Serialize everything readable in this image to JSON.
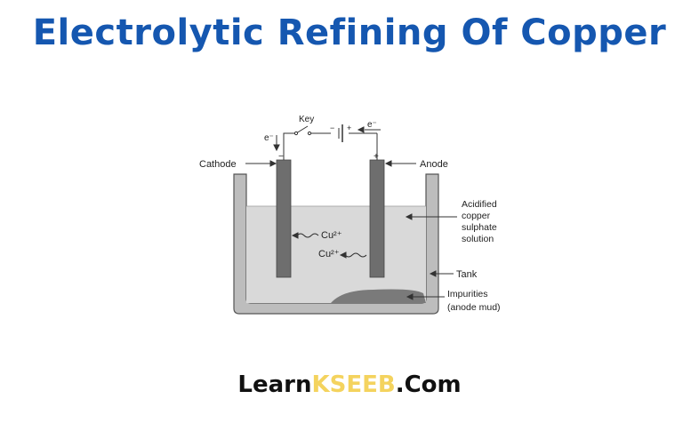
{
  "title": "Electrolytic Refining Of Copper",
  "diagram": {
    "key_label": "Key",
    "electron_left": "e⁻",
    "electron_right": "e⁻",
    "minus_sign": "−",
    "plus_sign": "+",
    "cathode_sign": "−",
    "anode_sign": "+",
    "cathode_label": "Cathode",
    "anode_label": "Anode",
    "ion_upper": "Cu²⁺",
    "ion_lower": "Cu²⁺",
    "solution_label_lines": [
      "Acidified",
      "copper",
      "sulphate",
      "solution"
    ],
    "tank_label": "Tank",
    "impurities_label_lines": [
      "Impurities",
      "(anode mud)"
    ]
  },
  "footer": {
    "prefix": "Learn",
    "accent": "KSEEB",
    "suffix": ".Com"
  },
  "colors": {
    "title": "#1557b0",
    "electrode": "#6e6e6e",
    "solution": "#d9d9d9",
    "tank": "#bdbdbd",
    "anode_mud": "#7a7a7a",
    "footer_accent": "#f4d35e"
  }
}
